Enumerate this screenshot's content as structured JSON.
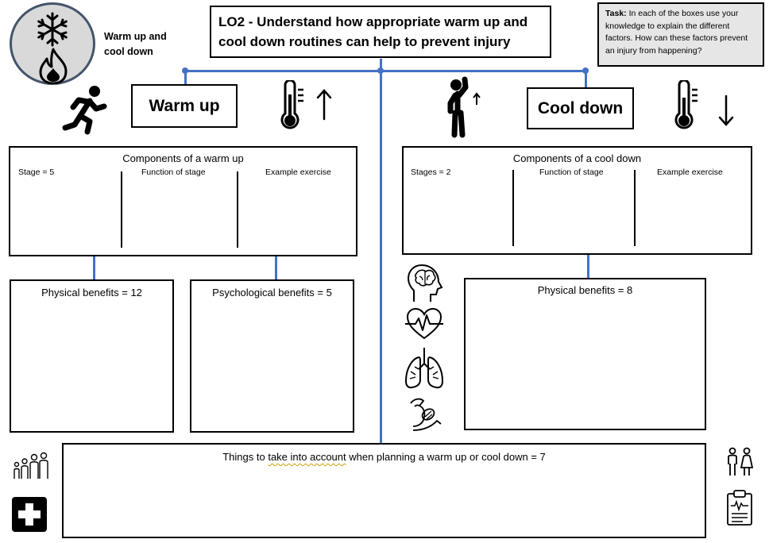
{
  "header": {
    "topic_label": "Warm up and cool down",
    "title": "LO2 - Understand how appropriate warm up and cool down routines can help to prevent injury",
    "task_prefix": "Task:",
    "task_text": "In each of the boxes use your knowledge to explain the different factors. How can these factors prevent an injury from happening?"
  },
  "warmup": {
    "heading": "Warm up",
    "components_title": "Components of a warm up",
    "col_stage": "Stage = 5",
    "col_function": "Function of stage",
    "col_example": "Example exercise",
    "physical": "Physical benefits = 12",
    "psychological": "Psychological benefits = 5"
  },
  "cooldown": {
    "heading": "Cool down",
    "components_title": "Components of a cool down",
    "col_stage": "Stages = 2",
    "col_function": "Function of stage",
    "col_example": "Example exercise",
    "physical": "Physical benefits = 8"
  },
  "bottom": {
    "text_before": "Things to ",
    "text_underlined": "take into account",
    "text_after": " when planning a warm up or cool down = 7"
  },
  "colors": {
    "connector": "#4472c4",
    "badge_fill": "#d9d9d9",
    "badge_ring": "#44546a",
    "task_fill": "#e7e6e6"
  },
  "icons": [
    "snowflake-icon",
    "flame-icon",
    "runner-icon",
    "thermometer-up-icon",
    "stretching-person-icon",
    "thermometer-down-icon",
    "brain-head-icon",
    "heartbeat-icon",
    "lungs-icon",
    "muscle-arm-icon",
    "family-icon",
    "first-aid-icon",
    "male-female-icon",
    "clipboard-icon"
  ]
}
